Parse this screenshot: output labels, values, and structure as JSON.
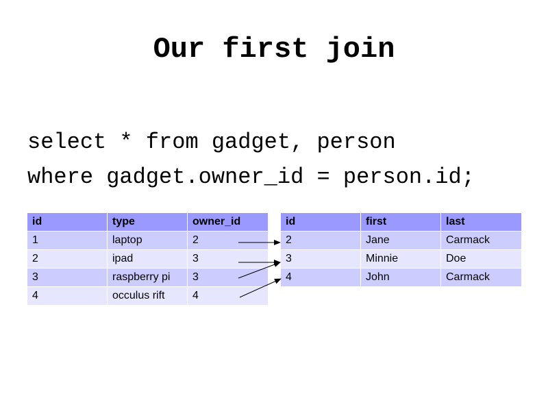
{
  "title": "Our first join",
  "sql": {
    "line1": "select * from gadget, person",
    "line2": "where gadget.owner_id = person.id;"
  },
  "gadget_table": {
    "headers": [
      "id",
      "type",
      "owner_id"
    ],
    "rows": [
      [
        "1",
        "laptop",
        "2"
      ],
      [
        "2",
        "ipad",
        "3"
      ],
      [
        "3",
        "raspberry pi",
        "3"
      ],
      [
        "4",
        "occulus rift",
        "4"
      ]
    ]
  },
  "person_table": {
    "headers": [
      "id",
      "first",
      "last"
    ],
    "rows": [
      [
        "2",
        "Jane",
        "Carmack"
      ],
      [
        "3",
        "Minnie",
        "Doe"
      ],
      [
        "4",
        "John",
        "Carmack"
      ]
    ]
  },
  "colors": {
    "header_bg": "#9999ff",
    "row_odd_bg": "#ccccff",
    "row_even_bg": "#e6e6ff",
    "arrow": "#000000"
  }
}
